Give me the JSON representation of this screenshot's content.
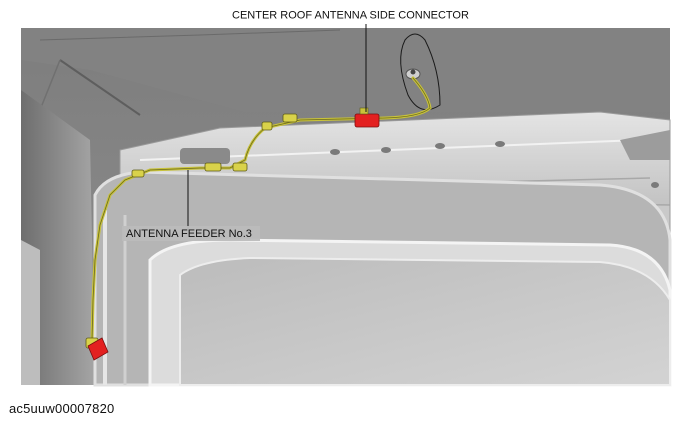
{
  "callouts": {
    "top": "CENTER ROOF ANTENNA SIDE CONNECTOR",
    "left": "ANTENNA FEEDER No.3"
  },
  "figure_id": "ac5uuw00007820",
  "colors": {
    "background": "#ffffff",
    "panel": "#9a9a9a",
    "metal_light": "#d8d8d8",
    "metal_mid": "#b8b8b8",
    "harness": "#c8c23a",
    "connector": "#e32020"
  }
}
